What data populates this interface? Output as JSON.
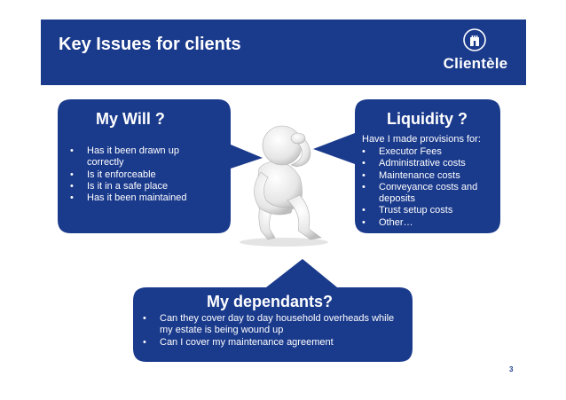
{
  "header": {
    "title": "Key Issues for clients"
  },
  "logo": {
    "text": "Clientèle",
    "emblem": "castle-tower-emblem"
  },
  "will_box": {
    "title": "My Will ?",
    "items": [
      "Has it been drawn up correctly",
      "Is it enforceable",
      "Is it in a safe place",
      "Has it been maintained"
    ]
  },
  "liquidity_box": {
    "title": "Liquidity ?",
    "intro": "Have I made provisions for:",
    "items": [
      "Executor Fees",
      "Administrative costs",
      "Maintenance costs",
      "Conveyance costs and deposits",
      "Trust setup costs",
      "Other…"
    ]
  },
  "dependants_box": {
    "title": "My dependants?",
    "items": [
      "Can they cover day to day household overheads while my estate is being wound up",
      "Can I cover my maintenance agreement"
    ]
  },
  "figure": {
    "icon": "worried-person-figure"
  },
  "page": {
    "number": "3"
  },
  "colors": {
    "brand": "#1a3a8c",
    "text": "#ffffff"
  }
}
